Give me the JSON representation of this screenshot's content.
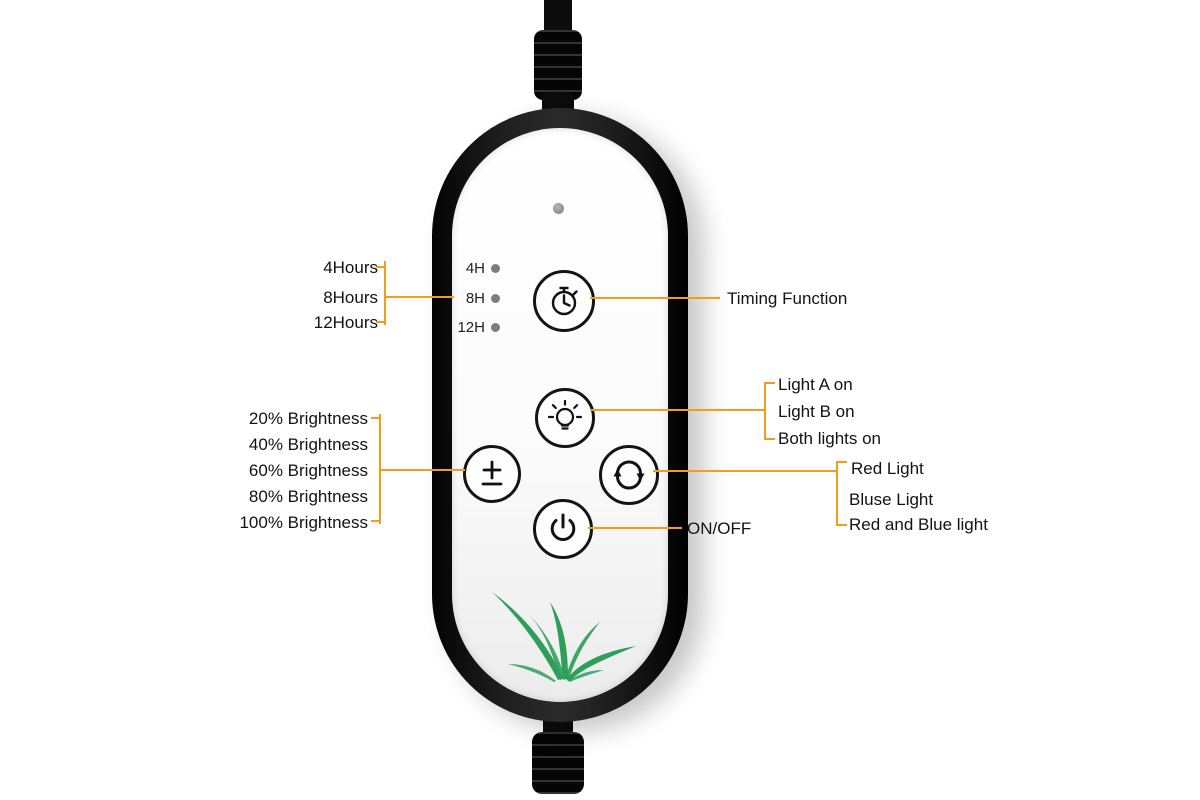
{
  "device": {
    "timer_options": [
      {
        "label": "4H"
      },
      {
        "label": "8H"
      },
      {
        "label": "12H"
      }
    ],
    "buttons": [
      {
        "id": "timer",
        "icon": "alarm-clock-icon"
      },
      {
        "id": "light-select",
        "icon": "light-bulb-icon"
      },
      {
        "id": "brightness",
        "icon": "plus-minus-icon"
      },
      {
        "id": "color-mode",
        "icon": "cycle-arrows-icon"
      },
      {
        "id": "power",
        "icon": "power-icon"
      }
    ]
  },
  "annotations": {
    "timer_hours": [
      "4Hours",
      "8Hours",
      "12Hours"
    ],
    "brightness_levels": [
      "20% Brightness",
      "40% Brightness",
      "60% Brightness",
      "80% Brightness",
      "100% Brightness"
    ],
    "timing_label": "Timing Function",
    "light_modes": [
      "Light A on",
      "Light B on",
      "Both lights on"
    ],
    "color_modes": [
      "Red Light",
      "Bluse Light",
      "Red and Blue light"
    ],
    "power_label": "ON/OFF"
  },
  "colors": {
    "leader_line": "#F49D1D",
    "device_body": "#151515",
    "plant_green": "#2E9E5B"
  }
}
